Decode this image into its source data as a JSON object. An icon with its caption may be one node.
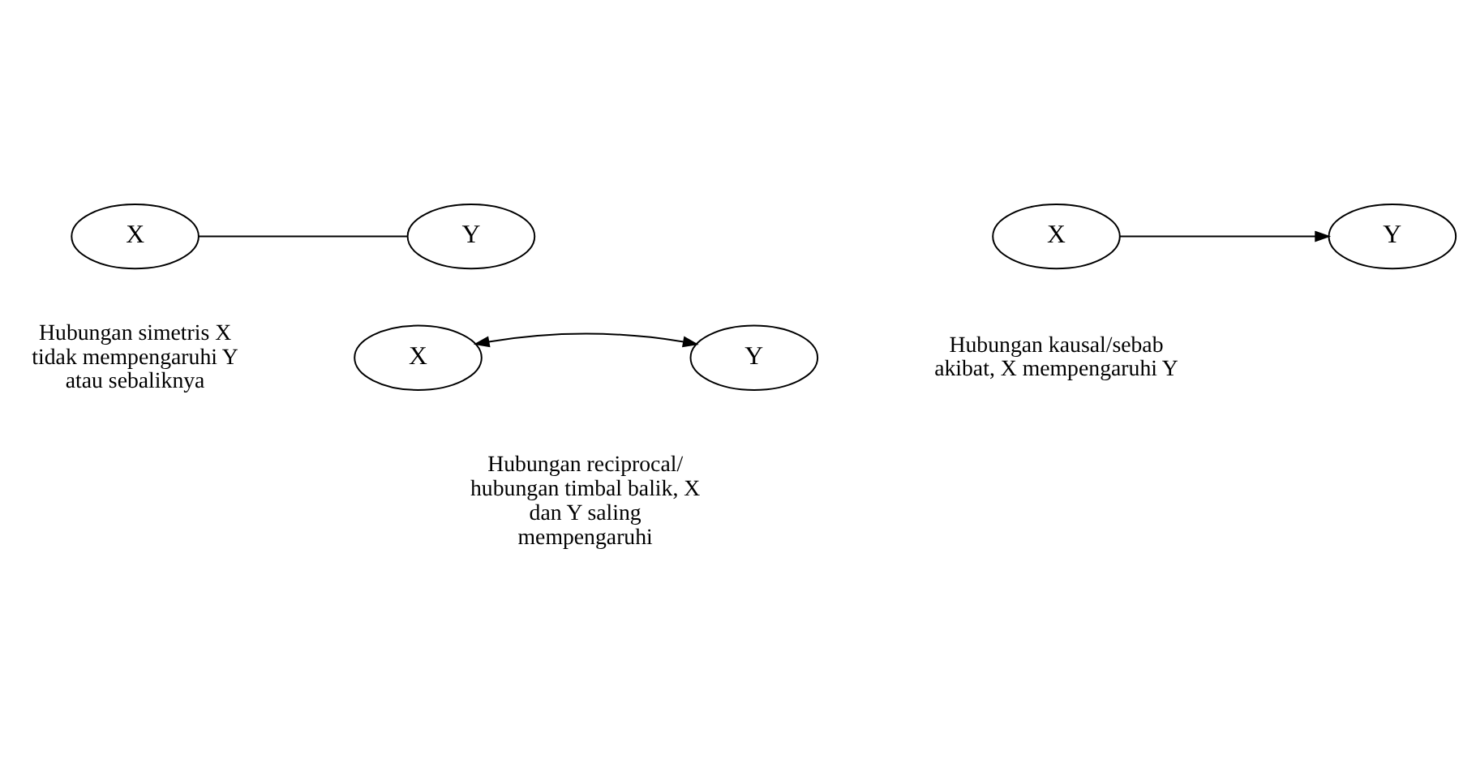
{
  "diagram": {
    "nodes": [
      {
        "text": [
          "X"
        ]
      },
      {
        "text": [
          "Y"
        ]
      },
      {
        "text": [
          "X"
        ]
      },
      {
        "text": [
          "Y"
        ]
      },
      {
        "text": [
          "X"
        ]
      },
      {
        "text": [
          "Y"
        ]
      }
    ],
    "edges": [
      {
        "from": 0,
        "to": 1,
        "arrow": "none"
      },
      {
        "from": 2,
        "to": 3,
        "arrow": "to"
      },
      {
        "from": 4,
        "to": 5,
        "arrow": "both"
      }
    ],
    "labels": [
      "Hubungan simetris X tidak mempengaruhi Y atau sebaliknya",
      "Hubungan kausal/sebab akibat, X mempengaruhi Y",
      "Hubungan reciprocal/ hubungan timbal balik, X dan Y saling mempengaruhi"
    ]
  }
}
